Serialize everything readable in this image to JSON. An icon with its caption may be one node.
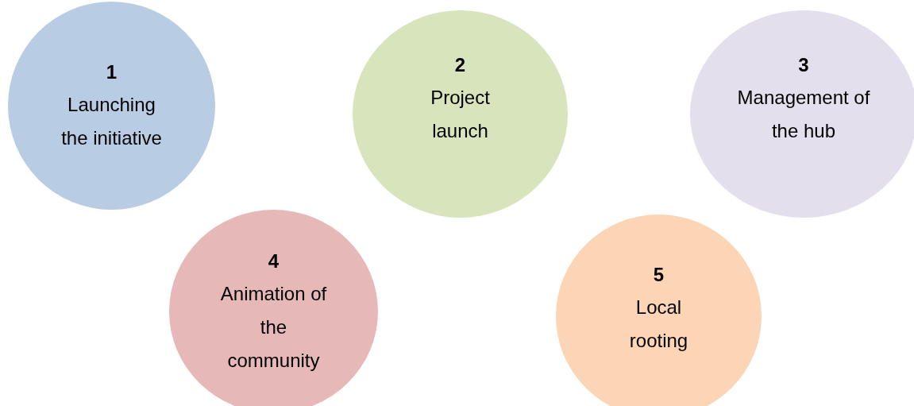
{
  "diagram": {
    "nodes": [
      {
        "text": [
          "1",
          "Launching the initiative"
        ]
      },
      {
        "text": [
          "2",
          "Project launch"
        ]
      },
      {
        "text": [
          "3",
          "Management of the hub"
        ]
      },
      {
        "text": [
          "4",
          "Animation of the community"
        ]
      },
      {
        "text": [
          "5",
          "Local rooting"
        ]
      }
    ]
  }
}
